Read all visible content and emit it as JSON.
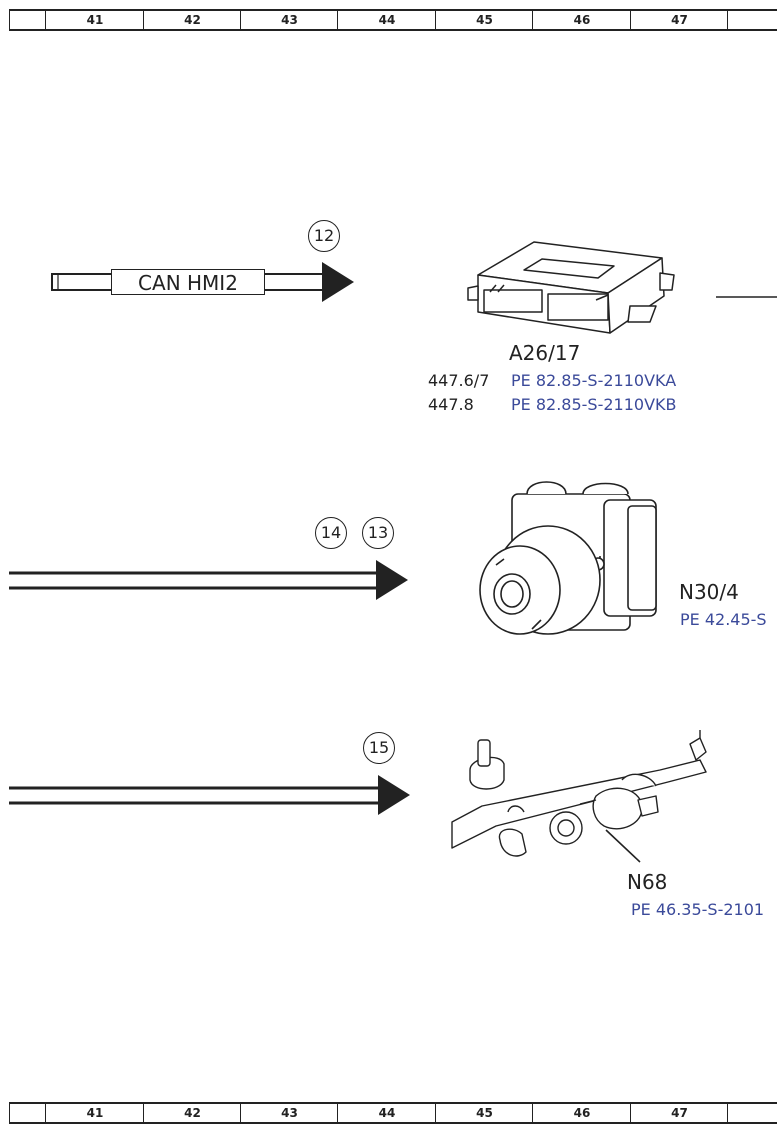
{
  "ruler": {
    "columns": [
      "41",
      "42",
      "43",
      "44",
      "45",
      "46",
      "47"
    ]
  },
  "connectors": {
    "can_bus_label": "CAN HMI2",
    "markers": {
      "m12": "12",
      "m14": "14",
      "m13": "13",
      "m15": "15"
    }
  },
  "components": {
    "a26_17": {
      "designation": "A26/17",
      "refs": [
        {
          "code": "447.6/7",
          "doc": "PE 82.85-S-2110VKA"
        },
        {
          "code": "447.8",
          "doc": "PE 82.85-S-2110VKB"
        }
      ],
      "icon": "control-unit-icon"
    },
    "n30_4": {
      "designation": "N30/4",
      "doc": "PE 42.45-S",
      "icon": "esp-hydraulic-unit-icon"
    },
    "n68": {
      "designation": "N68",
      "doc": "PE 46.35-S-2101",
      "icon": "steering-rack-icon"
    }
  },
  "colors": {
    "line": "#222222",
    "link": "#3b4a9a"
  }
}
